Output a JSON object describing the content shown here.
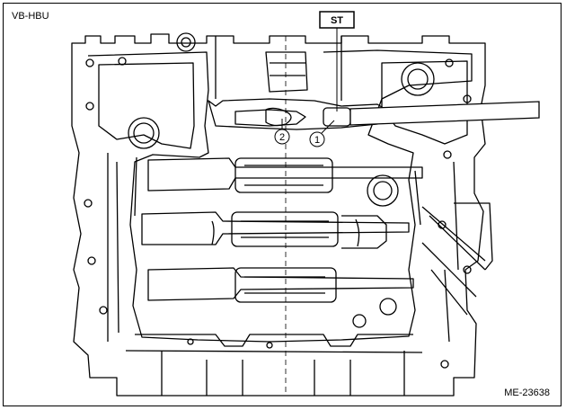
{
  "figure": {
    "corner_code": "VB-HBU",
    "figure_id": "ME-23638"
  },
  "callouts": {
    "tool": "ST",
    "item_1": "1",
    "item_2": "2"
  }
}
